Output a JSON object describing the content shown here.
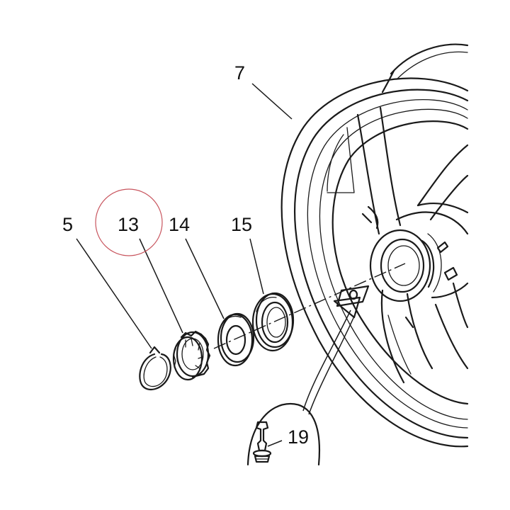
{
  "callouts": {
    "wheel": "7",
    "clip": "5",
    "ring_nut": "13",
    "washer": "14",
    "seal": "15",
    "valve": "19"
  },
  "colors": {
    "ink": "#1a1a1a",
    "highlight_circle": "#c8555e",
    "background": "#ffffff"
  }
}
